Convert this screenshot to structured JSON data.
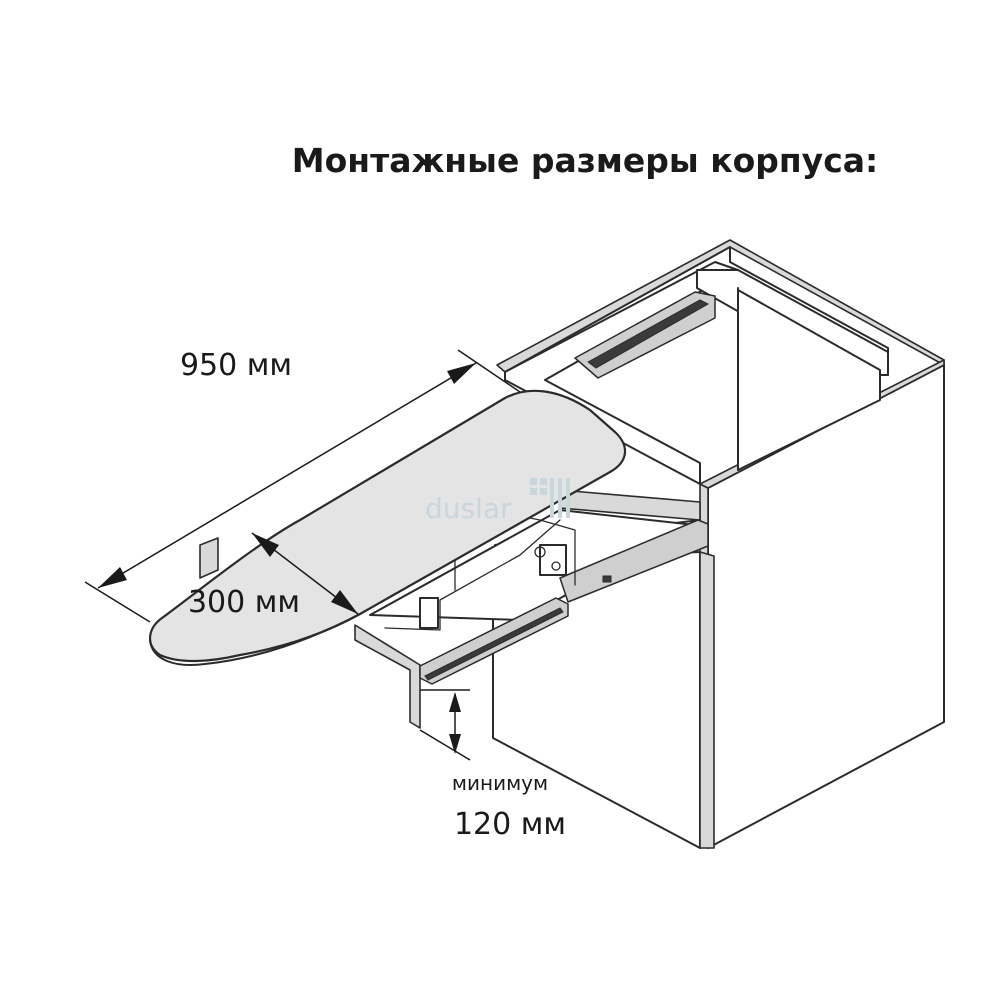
{
  "title": "Монтажные размеры корпуса:",
  "dimensions": {
    "length": "950 мм",
    "width": "300 мм",
    "min_label": "минимум",
    "min_value": "120 мм"
  },
  "watermark": {
    "text": "duslar"
  },
  "colors": {
    "line": "#2b2b2b",
    "board_fill": "#e4e4e4",
    "cabinet_edge": "#d9d9d9",
    "watermark": "#c9d6de"
  }
}
